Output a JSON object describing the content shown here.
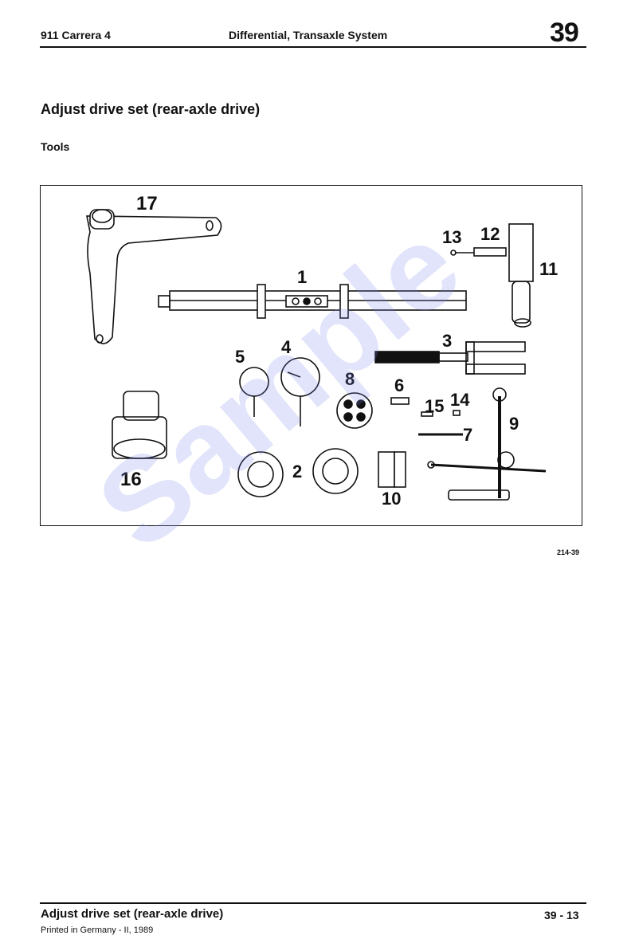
{
  "header": {
    "model": "911 Carrera 4",
    "section": "Differential, Transaxle System",
    "group": "39"
  },
  "page_title": "Adjust drive set (rear-axle drive)",
  "subheading": "Tools",
  "figure": {
    "id": "214-39",
    "callouts": [
      "1",
      "2",
      "3",
      "4",
      "5",
      "6",
      "7",
      "8",
      "9",
      "10",
      "11",
      "12",
      "13",
      "14",
      "15",
      "16",
      "17"
    ]
  },
  "watermark": "Sample",
  "footer": {
    "title": "Adjust drive set (rear-axle drive)",
    "page": "39 - 13",
    "printed": "Printed in Germany - II, 1989"
  }
}
